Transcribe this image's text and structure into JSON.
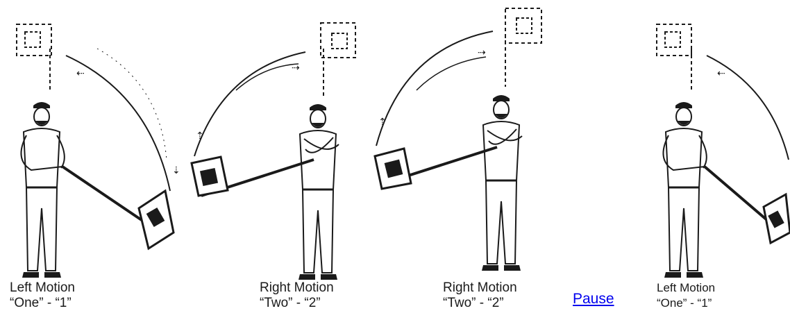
{
  "frames": [
    {
      "motion": "Left Motion",
      "count": "“One” - “1”"
    },
    {
      "motion": "Right Motion",
      "count": "“Two” - “2”"
    },
    {
      "motion": "Right Motion",
      "count": "“Two” - “2”"
    },
    {
      "motion": "Left Motion",
      "count": "“One” - “1”"
    }
  ],
  "pause_link": "Pause",
  "colors": {
    "ink": "#1a1a1a",
    "link": "#0000ee"
  }
}
